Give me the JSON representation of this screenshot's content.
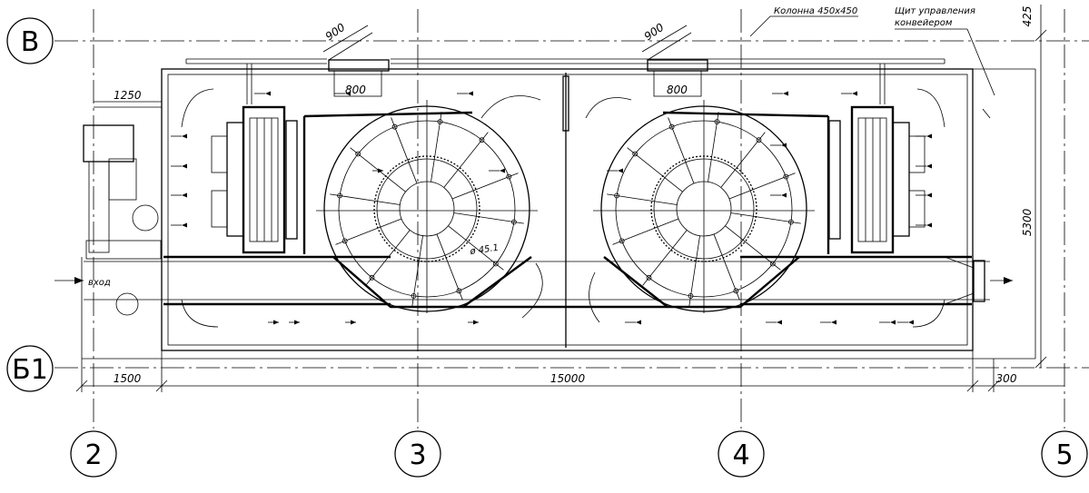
{
  "axes": {
    "row_top": "В",
    "row_bottom": "Б1",
    "col_2": "2",
    "col_3": "3",
    "col_4": "4",
    "col_5": "5"
  },
  "dimensions": {
    "left_offset": "1250",
    "bottom_left": "1500",
    "bottom_total": "15000",
    "bottom_right": "300",
    "right_height": "5300",
    "top_right": "425",
    "opening_top_left": "900",
    "opening_top_right": "900",
    "opening_left": "800",
    "opening_right": "800",
    "wheel_diameter": "ø 45.1"
  },
  "notes": {
    "column": "Колонна 450х450",
    "panel_line1": "Щит управления",
    "panel_line2": "конвейером",
    "entry": "вход"
  }
}
